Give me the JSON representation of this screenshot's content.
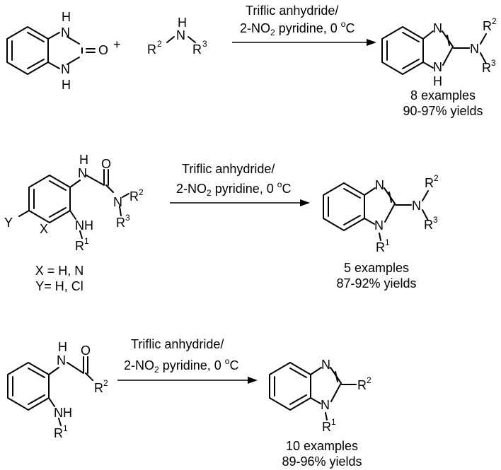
{
  "reactions": [
    {
      "conditions_line1": "Triflic anhydride/",
      "conditions_line2_prefix": "2-NO",
      "conditions_line2_sub": "2",
      "conditions_line2_suffix": " pyridine, 0 ",
      "degree": "o",
      "celsius": "C",
      "plus": "+",
      "examples": "8 examples",
      "yields": "90-97% yields"
    },
    {
      "conditions_line1": "Triflic anhydride/",
      "conditions_line2_prefix": "2-NO",
      "conditions_line2_sub": "2",
      "conditions_line2_suffix": " pyridine, 0 ",
      "degree": "o",
      "celsius": "C",
      "substituent_x": "X = H, N",
      "substituent_y": "Y= H, Cl",
      "examples": "5 examples",
      "yields": "87-92% yields"
    },
    {
      "conditions_line1": "Triflic anhydride/",
      "conditions_line2_prefix": "2-NO",
      "conditions_line2_sub": "2",
      "conditions_line2_suffix": " pyridine, 0 ",
      "degree": "o",
      "celsius": "C",
      "examples": "10 examples",
      "yields": "89-96% yields"
    }
  ],
  "atoms": {
    "H": "H",
    "N": "N",
    "NH": "NH",
    "O": "O",
    "R": "R",
    "X": "X",
    "Y": "Y",
    "one": "1",
    "two": "2",
    "three": "3"
  }
}
